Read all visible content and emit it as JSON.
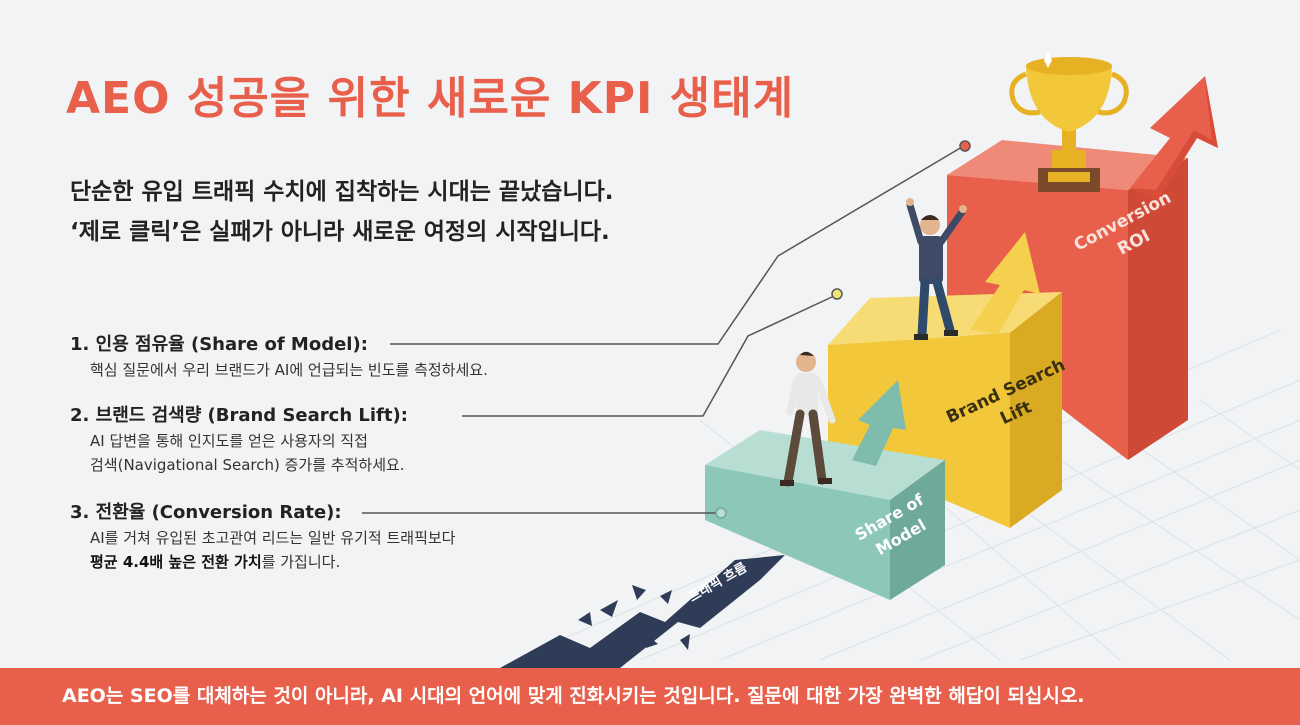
{
  "title": "AEO 성공을 위한 새로운 KPI 생태계",
  "subtitle": [
    "단순한 유입 트래픽 수치에 집착하는 시대는 끝났습니다.",
    "‘제로 클릭’은 실패가 아니라 새로운 여정의 시작입니다."
  ],
  "kpis": [
    {
      "heading": "1. 인용 점유율 (Share of Model):",
      "desc": [
        "핵심 질문에서 우리 브랜드가 AI에 언급되는 빈도를 측정하세요."
      ]
    },
    {
      "heading": "2. 브랜드 검색량 (Brand Search Lift):",
      "desc": [
        "AI 답변을 통해 인지도를 얻은 사용자의 직접",
        "검색(Navigational Search) 증가를 추적하세요."
      ]
    },
    {
      "heading": "3. 전환율 (Conversion Rate):",
      "desc": [
        "AI를 거쳐 유입된 초고관여 리드는 일반 유기적 트래픽보다"
      ],
      "desc_bold": "평균 4.4배 높은 전환 가치",
      "desc_tail": "를 가집니다."
    }
  ],
  "steps": [
    {
      "line1": "Share of",
      "line2": "Model",
      "color": "#8cc7b8"
    },
    {
      "line1": "Brand Search",
      "line2": "Lift",
      "color": "#f2c83a"
    },
    {
      "line1": "Conversion",
      "line2": "ROI",
      "color": "#e8604c"
    }
  ],
  "traffic_label": "트래픽 흐름",
  "banner": "AEO는 SEO를 대체하는 것이 아니라, AI 시대의 언어에 맞게 진화시키는 것입니다. 질문에 대한 가장 완벽한 해답이 되십시오.",
  "colors": {
    "accent": "#e8604c",
    "teal": "#8cc7b8",
    "yellow": "#f2c83a",
    "navy": "#2f3c57",
    "gold": "#e6b123"
  }
}
